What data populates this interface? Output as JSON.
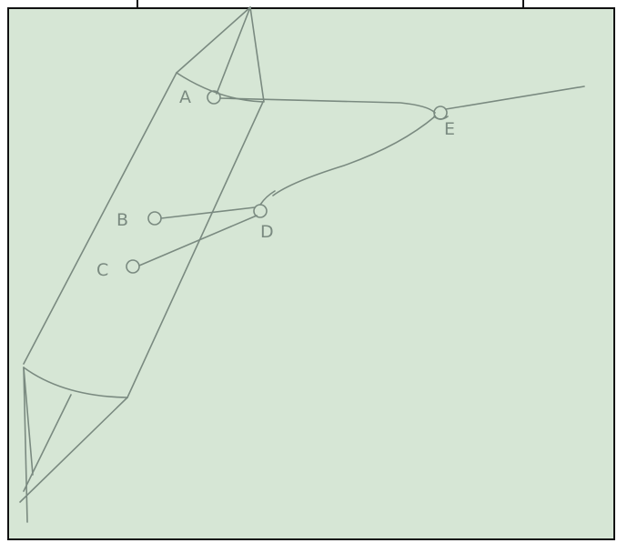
{
  "colors": {
    "paper": "#d6e6d5",
    "pencil": "#7a8a80",
    "border": "#111111"
  },
  "labels": {
    "a": "A",
    "b": "B",
    "c": "C",
    "d": "D",
    "e": "E"
  }
}
